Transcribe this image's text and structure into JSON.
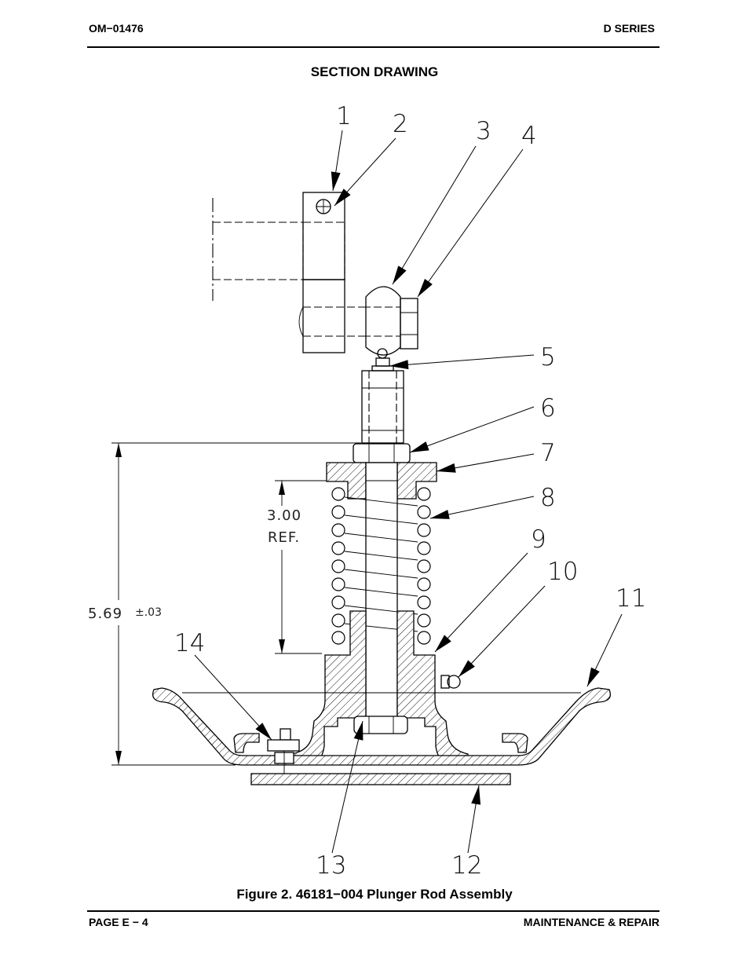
{
  "header": {
    "doc_number": "OM−01476",
    "series": "D SERIES"
  },
  "section_title": "SECTION DRAWING",
  "figure": {
    "caption": "Figure 2. 46181−004 Plunger Rod Assembly",
    "callouts": [
      "1",
      "2",
      "3",
      "4",
      "5",
      "6",
      "7",
      "8",
      "9",
      "10",
      "11",
      "12",
      "13",
      "14"
    ],
    "dimensions": {
      "overall_value": "5.69",
      "overall_tolerance": "±.03",
      "spring_value": "3.00",
      "spring_ref": "REF."
    }
  },
  "footer": {
    "page": "PAGE E − 4",
    "section": "MAINTENANCE & REPAIR"
  }
}
